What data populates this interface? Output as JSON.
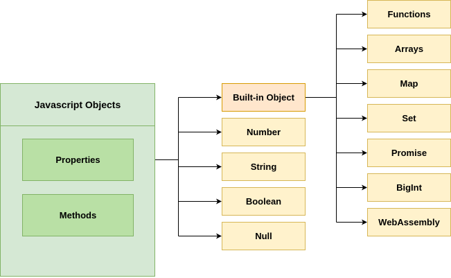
{
  "container": {
    "title": "Javascript Objects",
    "properties_label": "Properties",
    "methods_label": "Methods"
  },
  "types": {
    "builtin": "Built-in Object",
    "number": "Number",
    "string": "String",
    "boolean": "Boolean",
    "null": "Null"
  },
  "builtins": {
    "functions": "Functions",
    "arrays": "Arrays",
    "map": "Map",
    "set": "Set",
    "promise": "Promise",
    "bigint": "BigInt",
    "webassembly": "WebAssembly"
  },
  "colors": {
    "container_fill": "#d5e8d4",
    "container_stroke": "#82b366",
    "green_fill": "#b9e0a5",
    "yellow_fill": "#fff2cc",
    "yellow_stroke": "#d6b656",
    "orange_fill": "#ffe6cc",
    "orange_stroke": "#d79b00"
  }
}
